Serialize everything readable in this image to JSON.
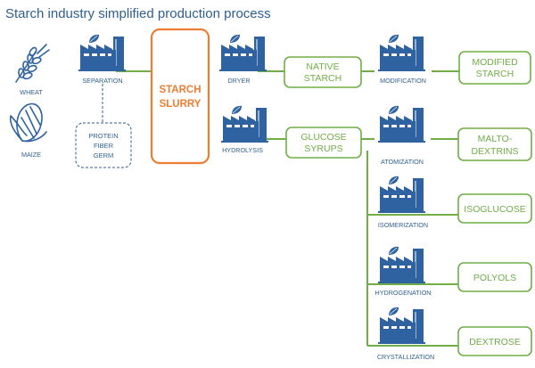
{
  "title": "Starch industry simplified production process",
  "colors": {
    "accent_green": "#70ad47",
    "accent_orange": "#ed7d31",
    "factory_blue": "#2e62a0",
    "text_blue": "#2f5f91"
  },
  "raw_materials": [
    {
      "label": "WHEAT",
      "icon": "wheat-icon"
    },
    {
      "label": "MAIZE",
      "icon": "maize-icon"
    }
  ],
  "processes": {
    "separation": "SEPARATION",
    "dryer": "DRYER",
    "modification": "MODIFICATION",
    "hydrolysis": "HYDROLYSIS",
    "atomization": "ATOMIZATION",
    "isomerization": "ISOMERIZATION",
    "hydrogenation": "HYDROGENATION",
    "crystallization": "CRYSTALLIZATION"
  },
  "byproducts": {
    "line1": "PROTEIN",
    "line2": "FIBER",
    "line3": "GERM"
  },
  "starch_slurry": {
    "line1": "STARCH",
    "line2": "SLURRY"
  },
  "products": {
    "native_starch": {
      "line1": "NATIVE",
      "line2": "STARCH"
    },
    "modified_starch": {
      "line1": "MODIFIED",
      "line2": "STARCH"
    },
    "glucose_syrups": {
      "line1": "GLUCOSE",
      "line2": "SYRUPS"
    },
    "maltodextrins": {
      "line1": "MALTO-",
      "line2": "DEXTRINS"
    },
    "isoglucose": "ISOGLUCOSE",
    "polyols": "POLYOLS",
    "dextrose": "DEXTROSE"
  }
}
